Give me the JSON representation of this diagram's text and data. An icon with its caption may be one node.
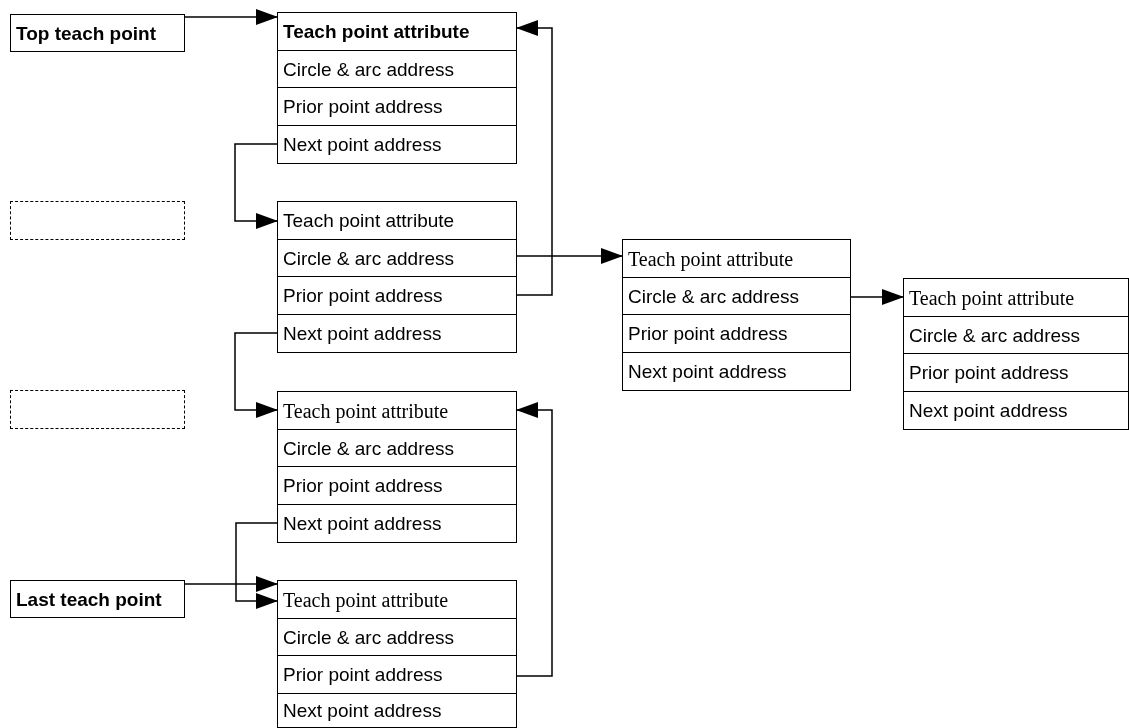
{
  "diagram": {
    "nodes": [
      {
        "text": [
          "Top teach point"
        ]
      },
      {
        "text": [],
        "shape": "box"
      },
      {
        "text": [],
        "shape": "box"
      },
      {
        "text": [
          "Last teach point"
        ]
      },
      {
        "text": [
          "Teach point attribute"
        ]
      },
      {
        "text": [
          "Circle & arc address"
        ]
      },
      {
        "text": [
          "Prior point address"
        ]
      },
      {
        "text": [
          "Next point address"
        ]
      },
      {
        "text": [
          "Teach point attribute"
        ]
      },
      {
        "text": [
          "Circle & arc address"
        ]
      },
      {
        "text": [
          "Prior point address"
        ]
      },
      {
        "text": [
          "Next point address"
        ]
      },
      {
        "text": [
          "Teach point attribute"
        ]
      },
      {
        "text": [
          "Circle & arc address"
        ]
      },
      {
        "text": [
          "Prior point address"
        ]
      },
      {
        "text": [
          "Next point address"
        ]
      },
      {
        "text": [
          "Teach point attribute"
        ]
      },
      {
        "text": [
          "Circle & arc address"
        ]
      },
      {
        "text": [
          "Prior point address"
        ]
      },
      {
        "text": [
          "Next point address"
        ]
      },
      {
        "text": [
          "Teach point attribute"
        ]
      },
      {
        "text": [
          "Circle & arc address"
        ]
      },
      {
        "text": [
          "Prior point address"
        ]
      },
      {
        "text": [
          "Next point address"
        ]
      },
      {
        "text": [
          "Teach point attribute"
        ]
      },
      {
        "text": [
          "Circle & arc address"
        ]
      },
      {
        "text": [
          "Prior point address"
        ]
      },
      {
        "text": [
          "Next point address"
        ]
      }
    ],
    "edges": [
      {
        "from": 0,
        "to": 4,
        "arrow": "to"
      },
      {
        "from": 7,
        "to": 8,
        "arrow": "to"
      },
      {
        "from": 10,
        "to": 4,
        "arrow": "to"
      },
      {
        "from": 9,
        "to": 20,
        "arrow": "to"
      },
      {
        "from": 11,
        "to": 12,
        "arrow": "to"
      },
      {
        "from": 15,
        "to": 16,
        "arrow": "to"
      },
      {
        "from": 3,
        "to": 16,
        "arrow": "to"
      },
      {
        "from": 18,
        "to": 12,
        "arrow": "to"
      },
      {
        "from": 21,
        "to": 24,
        "arrow": "to"
      }
    ]
  }
}
